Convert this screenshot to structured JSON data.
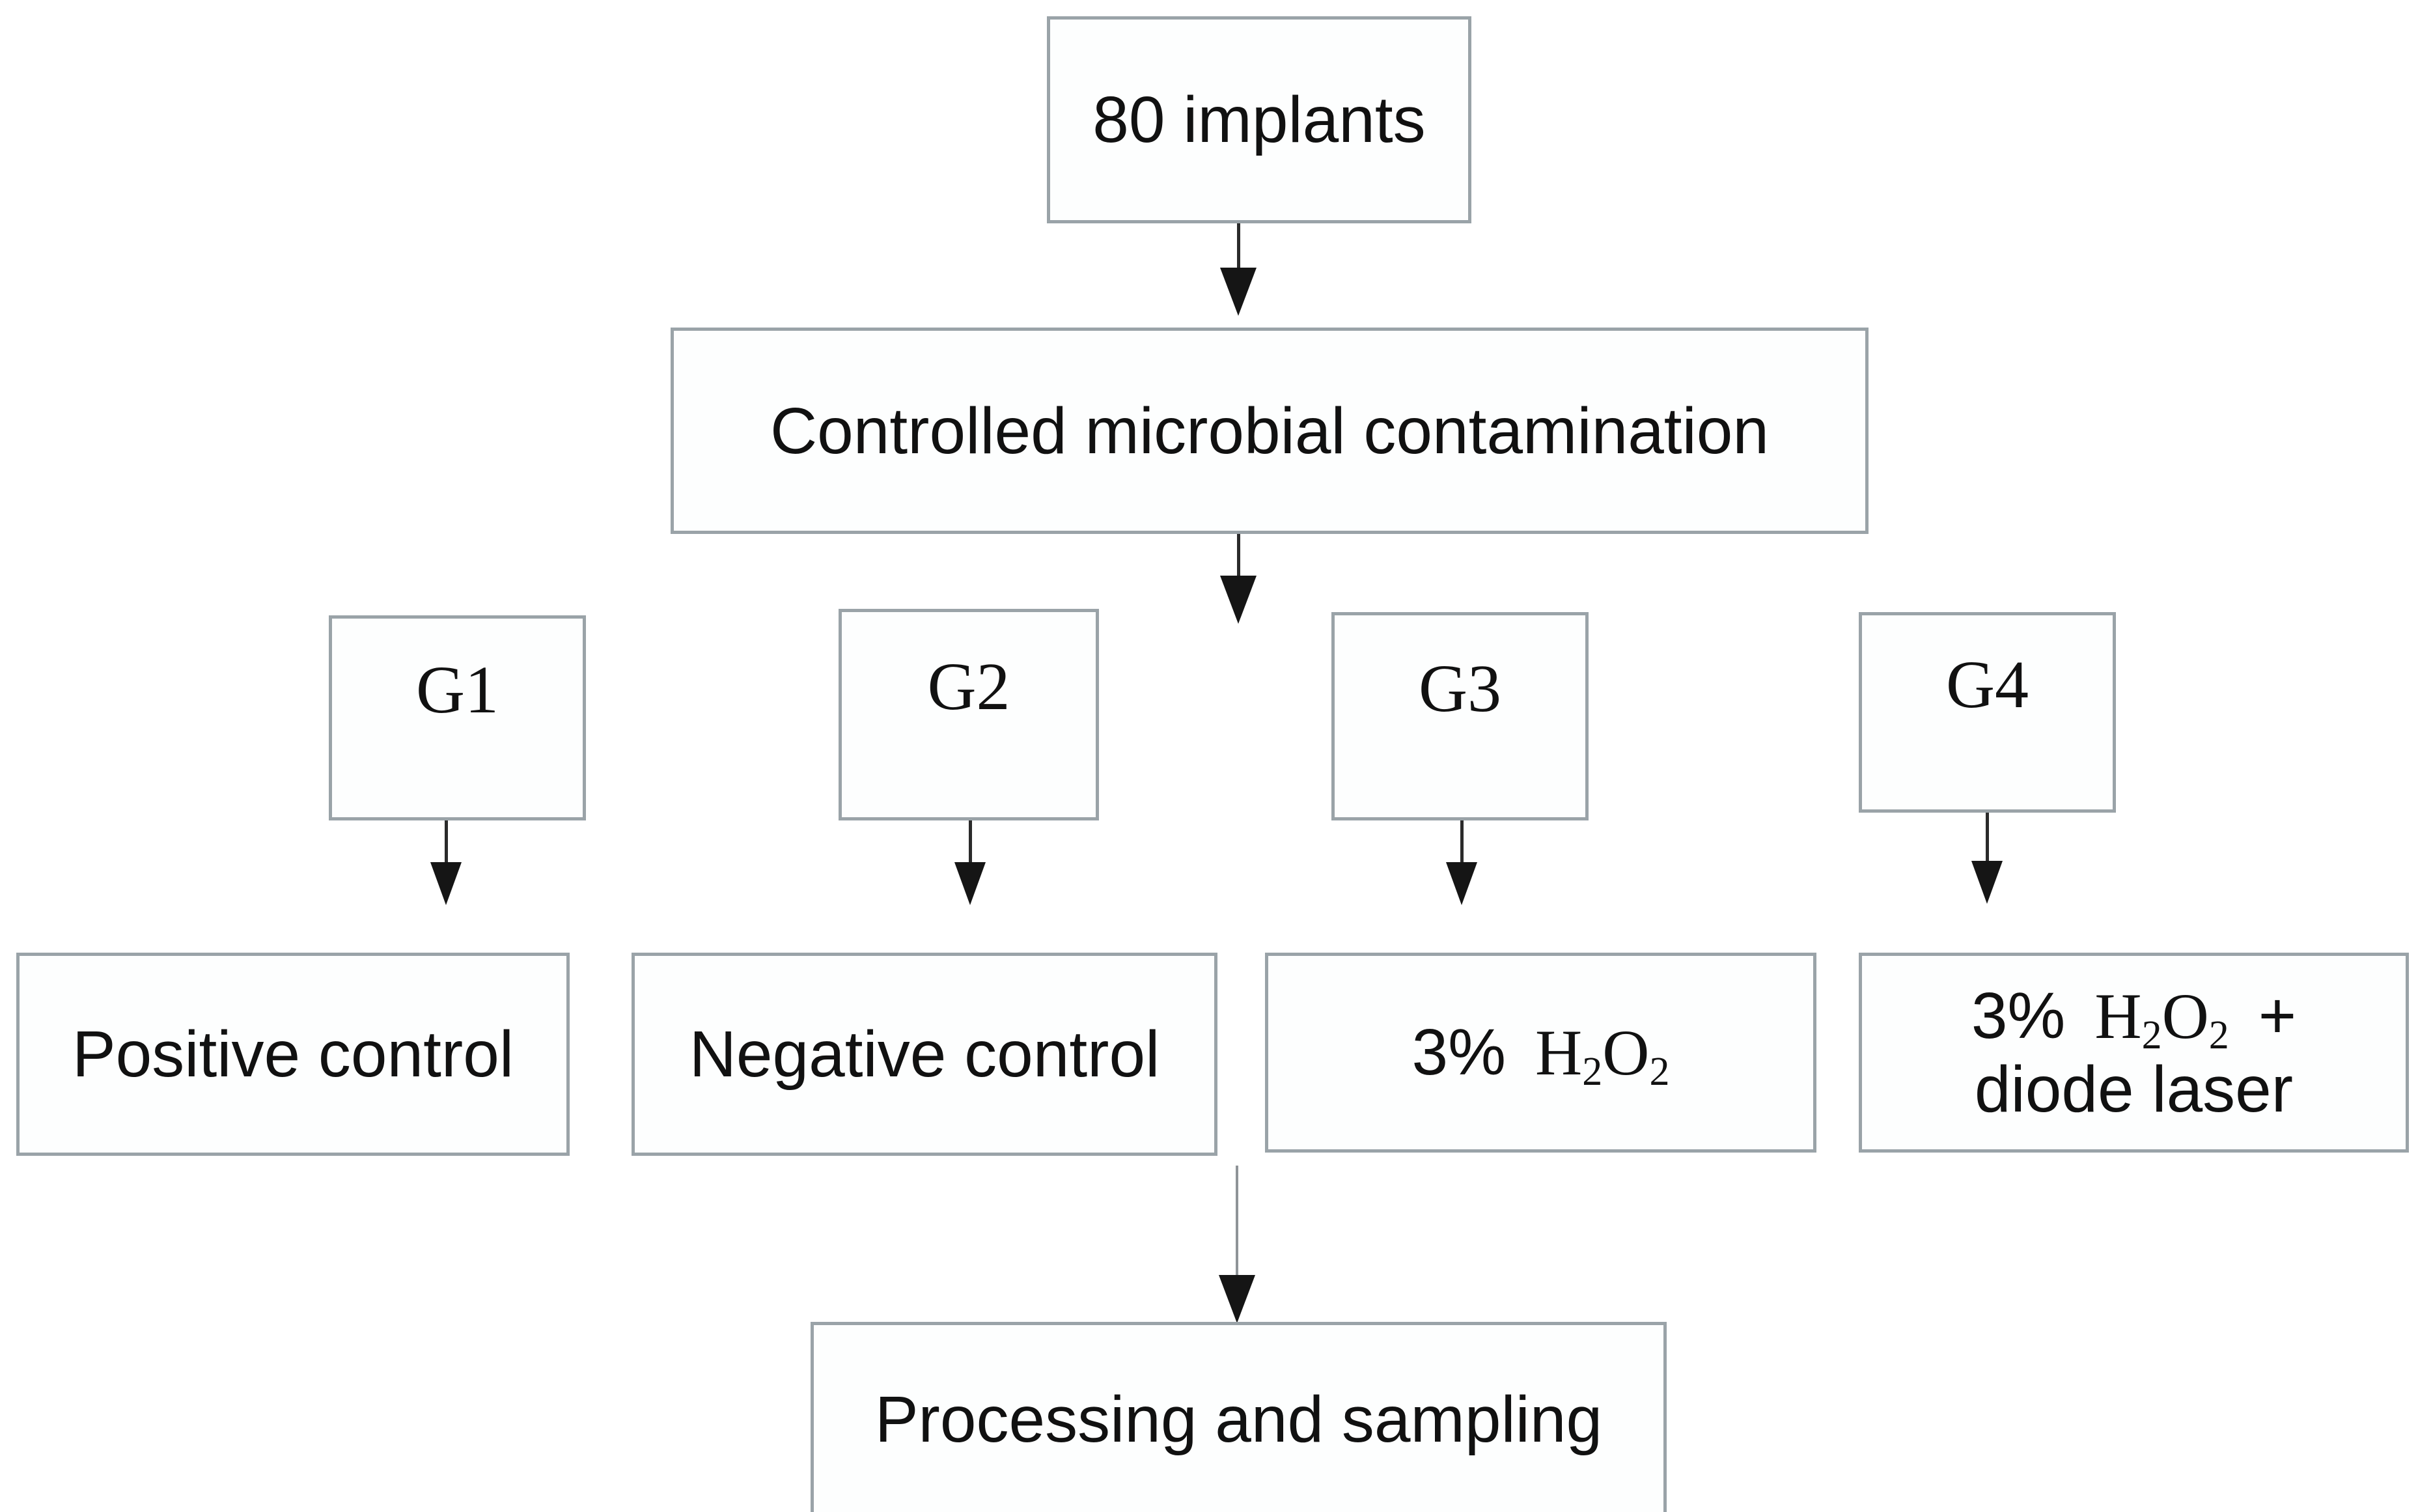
{
  "diagram": {
    "type": "flowchart",
    "title": "Study design flowchart",
    "colors": {
      "box_border": "#9aa3a8",
      "box_fill": "#fdfefe",
      "text": "#111111",
      "arrow": "#151515",
      "background": "#ffffff"
    },
    "nodes": {
      "implants": {
        "label": "80 implants"
      },
      "contamination": {
        "label": "Controlled microbial contamination"
      },
      "g1": {
        "label": "G1"
      },
      "g2": {
        "label": "G2"
      },
      "g3": {
        "label": "G3"
      },
      "g4": {
        "label": "G4"
      },
      "positive_control": {
        "label": "Positive control"
      },
      "negative_control": {
        "label": "Negative control"
      },
      "h2o2": {
        "percent": "3%",
        "formula_h": "H",
        "formula_sub1": "2",
        "formula_o": "O",
        "formula_sub2": "2",
        "plain_text": "3% H2O2"
      },
      "h2o2_laser": {
        "percent": "3%",
        "formula_h": "H",
        "formula_sub1": "2",
        "formula_o": "O",
        "formula_sub2": "2",
        "plus": "+",
        "line2": "diode laser",
        "plain_text": "3% H2O2 + diode laser"
      },
      "processing": {
        "label": "Processing and sampling"
      }
    },
    "connectors": [
      {
        "from": "implants",
        "to": "contamination",
        "style": "solid-arrow-down"
      },
      {
        "from": "contamination",
        "to": "group-row",
        "style": "solid-arrow-down"
      },
      {
        "from": "g1",
        "to": "positive_control",
        "style": "solid-arrow-down"
      },
      {
        "from": "g2",
        "to": "negative_control",
        "style": "solid-arrow-down"
      },
      {
        "from": "g3",
        "to": "h2o2",
        "style": "solid-arrow-down"
      },
      {
        "from": "g4",
        "to": "h2o2_laser",
        "style": "solid-arrow-down"
      },
      {
        "from": "treatment-row",
        "to": "processing",
        "style": "faint-arrow-down"
      }
    ]
  }
}
